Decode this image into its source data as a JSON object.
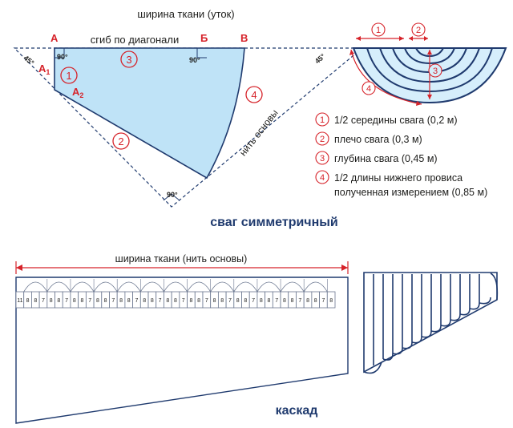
{
  "top": {
    "fabric_width_weft": "ширина ткани (уток)",
    "fold_label": "сгиб по диагонали",
    "points": {
      "A": "А",
      "B_cyr": "Б",
      "V": "В",
      "A1": "А",
      "A1_sub": "1",
      "A2": "А",
      "A2_sub": "2"
    },
    "angles": {
      "a45": "45°",
      "a90": "90°"
    },
    "warp_thread": "нить основы",
    "markers": [
      "1",
      "2",
      "3",
      "4"
    ],
    "title": "сваг симметричный"
  },
  "legend": [
    {
      "num": "1",
      "text": "1/2 середины свага (0,2 м)"
    },
    {
      "num": "2",
      "text": "плечо свага (0,3 м)"
    },
    {
      "num": "3",
      "text": "глубина свага (0,45 м)"
    },
    {
      "num": "4",
      "text": "1/2 длины нижнего провиса",
      "text2": "полученная измерением (0,85 м)"
    }
  ],
  "bottom": {
    "fabric_width_warp": "ширина ткани (нить основы)",
    "ruler": [
      "11",
      "8",
      "8",
      "7",
      "8",
      "8",
      "7",
      "8",
      "8",
      "7",
      "8",
      "8",
      "7",
      "8",
      "8",
      "7",
      "8",
      "8",
      "7",
      "8",
      "8",
      "7",
      "8",
      "8",
      "7",
      "8",
      "8",
      "7",
      "8",
      "8",
      "7",
      "8",
      "8",
      "7",
      "8",
      "8",
      "7",
      "8",
      "8",
      "7",
      "8"
    ],
    "title": "каскад"
  },
  "colors": {
    "red": "#d6232a",
    "navy": "#1f3a6e",
    "fill": "#bfe3f7",
    "lightfill": "#d6eefb"
  }
}
